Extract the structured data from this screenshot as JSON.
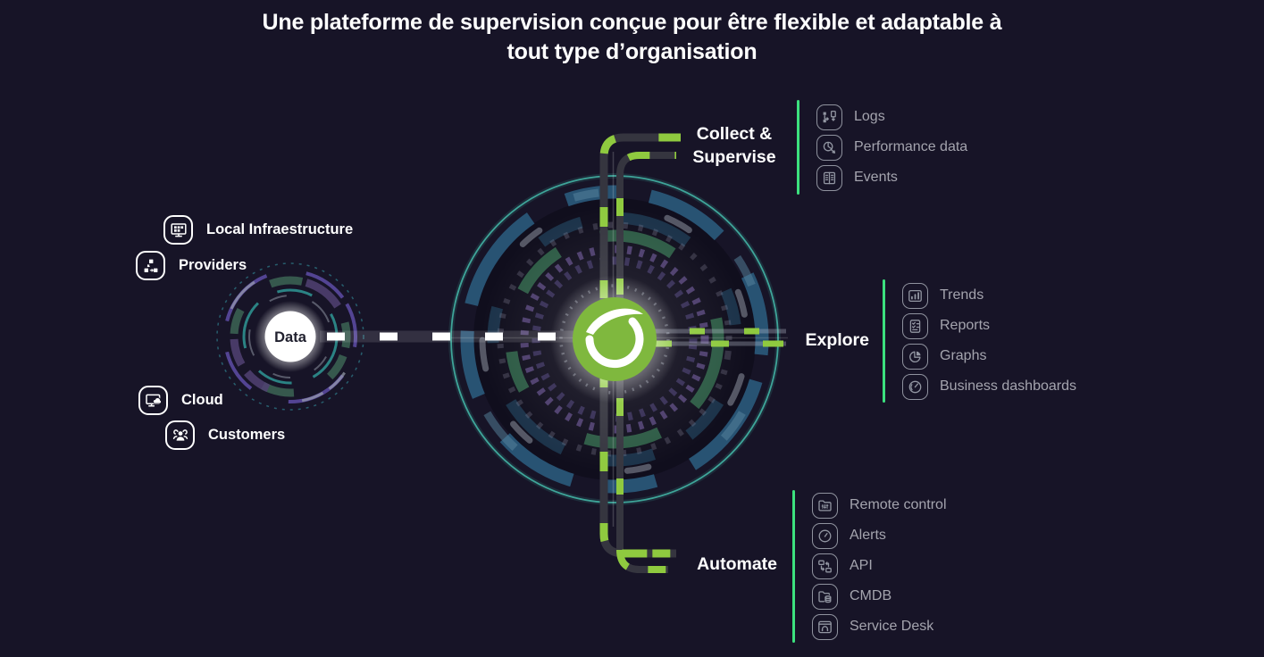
{
  "title": {
    "line1": "Une plateforme de supervision conçue pour être flexible et adaptable à",
    "line2": "tout type d’organisation"
  },
  "hub": {
    "data_label": "Data",
    "logo_icon": "pandora-fms-logo"
  },
  "sources": [
    {
      "icon": "local-infrastructure-icon",
      "label": "Local Infraestructure"
    },
    {
      "icon": "providers-icon",
      "label": "Providers"
    },
    {
      "icon": "cloud-icon",
      "label": "Cloud"
    },
    {
      "icon": "customers-icon",
      "label": "Customers"
    }
  ],
  "groups": [
    {
      "title_lines": [
        "Collect &",
        "Supervise"
      ],
      "items": [
        {
          "icon": "logs-icon",
          "label": "Logs"
        },
        {
          "icon": "performance-data-icon",
          "label": "Performance data"
        },
        {
          "icon": "events-icon",
          "label": "Events"
        }
      ]
    },
    {
      "title_lines": [
        "Explore"
      ],
      "items": [
        {
          "icon": "trends-icon",
          "label": "Trends"
        },
        {
          "icon": "reports-icon",
          "label": "Reports"
        },
        {
          "icon": "graphs-icon",
          "label": "Graphs"
        },
        {
          "icon": "business-dashboards-icon",
          "label": "Business dashboards"
        }
      ]
    },
    {
      "title_lines": [
        "Automate"
      ],
      "items": [
        {
          "icon": "remote-control-icon",
          "label": "Remote control"
        },
        {
          "icon": "alerts-icon",
          "label": "Alerts"
        },
        {
          "icon": "api-icon",
          "label": "API"
        },
        {
          "icon": "cmdb-icon",
          "label": "CMDB"
        },
        {
          "icon": "service-desk-icon",
          "label": "Service Desk"
        }
      ]
    }
  ],
  "colors": {
    "background": "#171427",
    "accent_line_green": "#3ce17e",
    "logo_green": "#7fb83e",
    "road_dash_green": "#8fca3f",
    "label_gray": "#a4a4ae",
    "white": "#ffffff"
  }
}
